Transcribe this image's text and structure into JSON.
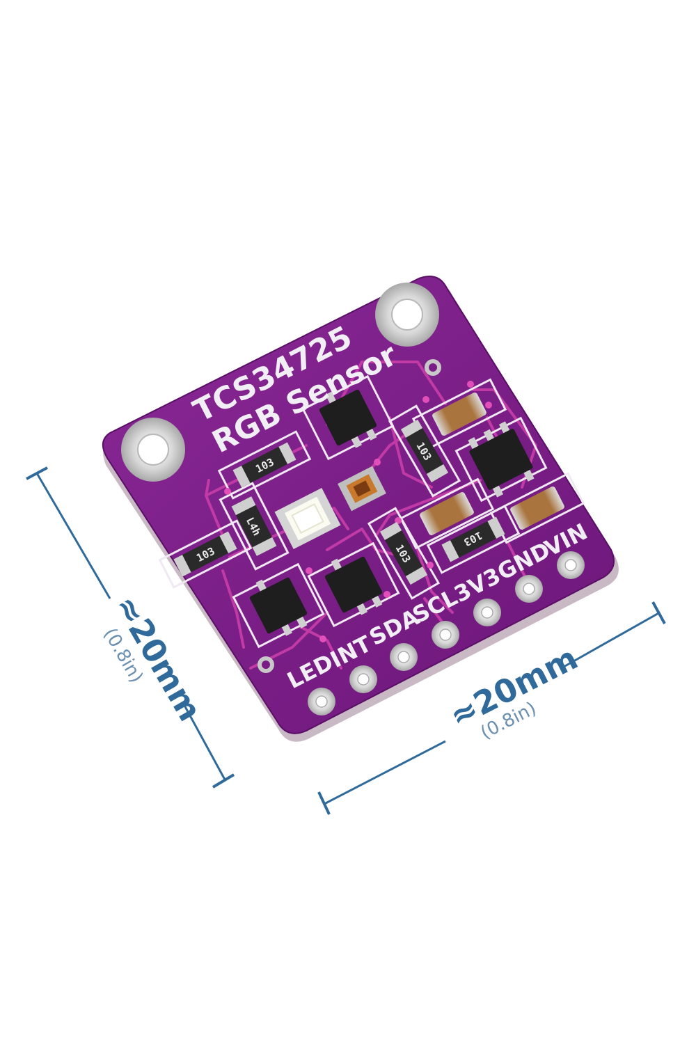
{
  "board": {
    "title_line1": "TCS34725",
    "title_line2": "RGB Sensor",
    "pins": [
      "LED",
      "INT",
      "SDA",
      "SCL",
      "3V3",
      "GND",
      "VIN"
    ],
    "resistor_code": "103",
    "inductor_code": "L4h",
    "colors": {
      "pcb": "#7a1d87",
      "pcb_edge": "#5a0f66",
      "trace": "#c13aa6",
      "dimension": "#2f6a9a"
    }
  },
  "dimensions": {
    "vertical": {
      "label": "≈20mm",
      "sub": "(0.8in)"
    },
    "horizontal": {
      "label": "≈20mm",
      "sub": "(0.8in)"
    }
  }
}
